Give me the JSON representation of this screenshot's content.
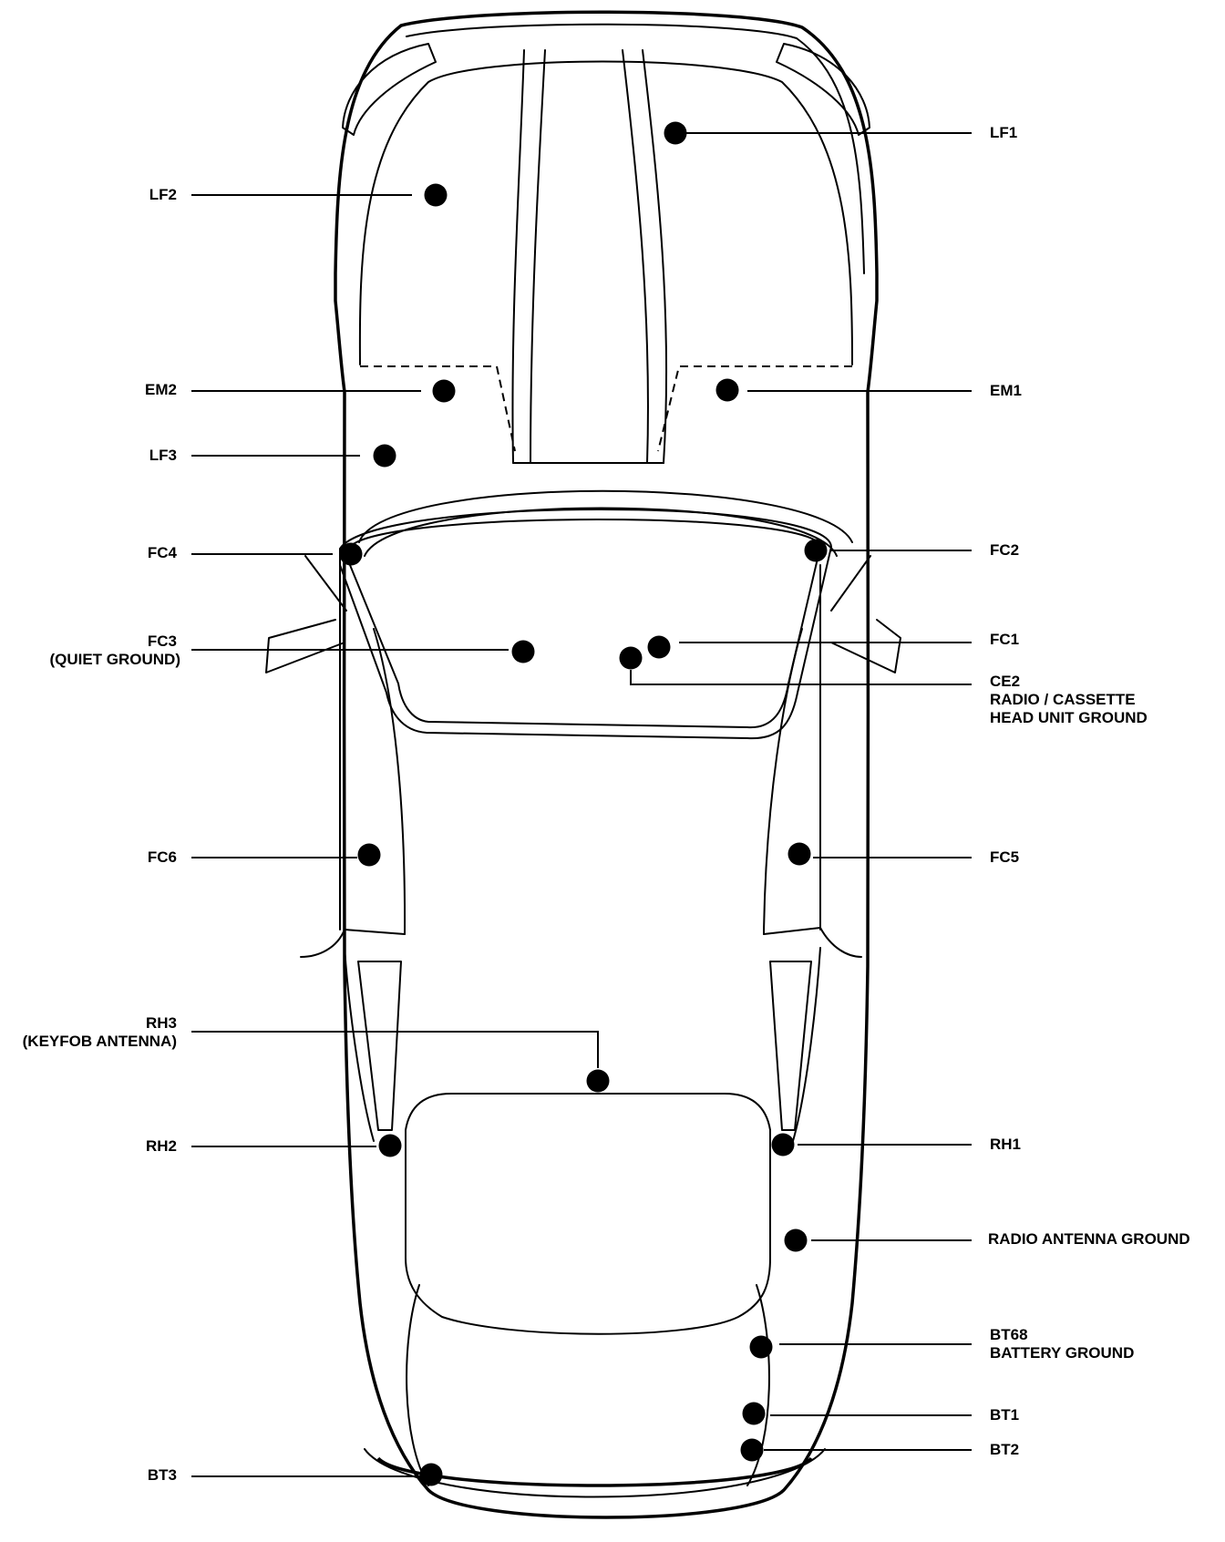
{
  "ink_color": "#000000",
  "background_color": "#ffffff",
  "labels": {
    "lf1": [
      "LF1"
    ],
    "lf2": [
      "LF2"
    ],
    "em2": [
      "EM2"
    ],
    "em1": [
      "EM1"
    ],
    "lf3": [
      "LF3"
    ],
    "fc4": [
      "FC4"
    ],
    "fc2": [
      "FC2"
    ],
    "fc3": [
      "FC3",
      "(QUIET GROUND)"
    ],
    "fc1": [
      "FC1"
    ],
    "ce2": [
      "CE2",
      "RADIO / CASSETTE",
      "HEAD UNIT GROUND"
    ],
    "fc6": [
      "FC6"
    ],
    "fc5": [
      "FC5"
    ],
    "rh3": [
      "RH3",
      "(KEYFOB ANTENNA)"
    ],
    "rh2": [
      "RH2"
    ],
    "rh1": [
      "RH1"
    ],
    "radio_antenna_ground": [
      "RADIO ANTENNA GROUND"
    ],
    "bt68": [
      "BT68",
      "BATTERY GROUND"
    ],
    "bt1": [
      "BT1"
    ],
    "bt2": [
      "BT2"
    ],
    "bt3": [
      "BT3"
    ]
  }
}
